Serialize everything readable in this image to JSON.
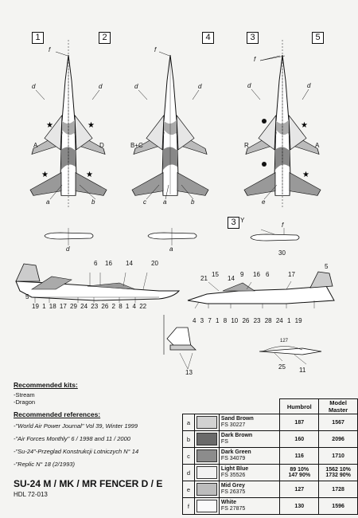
{
  "view_numbers": [
    "1",
    "2",
    "4",
    "3",
    "5",
    "3"
  ],
  "callouts": {
    "f1": "f",
    "f2": "f",
    "f3": "f",
    "f4": "f",
    "d1": "d",
    "d2": "d",
    "d3": "d",
    "d4": "d",
    "d5": "d",
    "d6": "d",
    "d7": "d",
    "A1": "A",
    "A2": "A",
    "D": "D",
    "BC": "B+C",
    "R": "R",
    "a1": "a",
    "a2": "a",
    "a3": "a",
    "b1": "b",
    "b2": "b",
    "c": "c",
    "e": "e",
    "Y": "Y",
    "thirty": "30"
  },
  "side_left_numbers": {
    "n6": "6",
    "n16": "16",
    "n14": "14",
    "n20": "20",
    "n5": "5",
    "bottom": "19 1 18 17 29 24 23 26 2 8 1 4 22"
  },
  "side_right_numbers": {
    "n21": "21",
    "n15": "15",
    "n14": "14",
    "n9": "9",
    "n16": "16",
    "n6": "6",
    "n17": "17",
    "n5": "5",
    "bottom": "4 3 7 1 8 10 26 23 28 24 1 19"
  },
  "tail_numbers": {
    "n13": "13",
    "n25": "25",
    "n11": "11",
    "n127": "127"
  },
  "kits": {
    "heading": "Recommended kits:",
    "items": [
      "-Stream",
      "-Dragon"
    ]
  },
  "references": {
    "heading": "Recommended references:",
    "items": [
      "-\"World Air Power Journal\" Vol 39, Winter 1999",
      "-\"Air Forces Monthly\" 6 / 1998  and 11 / 2000",
      "-\"Su-24\"-Przeglad Konstrukcji Lotniczych N° 14",
      "-\"Replic N° 18 (2/1993)"
    ]
  },
  "title": "SU-24 M / MK / MR FENCER D / E",
  "code": "HDL 72-013",
  "color_table": {
    "headers": {
      "humbrol": "Humbrol",
      "model_master": "Model Master"
    },
    "rows": [
      {
        "letter": "a",
        "name": "Sand Brown",
        "fs": "FS 30227",
        "humbrol": "187",
        "mm": "1567",
        "color": "#d2d2d2"
      },
      {
        "letter": "b",
        "name": "Dark Brown",
        "fs": "FS",
        "humbrol": "160",
        "mm": "2096",
        "color": "#6a6a6a"
      },
      {
        "letter": "c",
        "name": "Dark Green",
        "fs": "FS  34079",
        "humbrol": "116",
        "mm": "1710",
        "color": "#8c8c8c"
      },
      {
        "letter": "d",
        "name": "Light Blue",
        "fs": "FS 35526",
        "humbrol": "89   10%\n147   90%",
        "mm": "1562  10%\n1732  90%",
        "color": "#f2f2f2"
      },
      {
        "letter": "e",
        "name": "Mid Grey",
        "fs": "FS 26375",
        "humbrol": "127",
        "mm": "1728",
        "color": "#bdbdbd"
      },
      {
        "letter": "f",
        "name": "White",
        "fs": "FS 27875",
        "humbrol": "130",
        "mm": "1596",
        "color": "#fafafa"
      }
    ]
  }
}
